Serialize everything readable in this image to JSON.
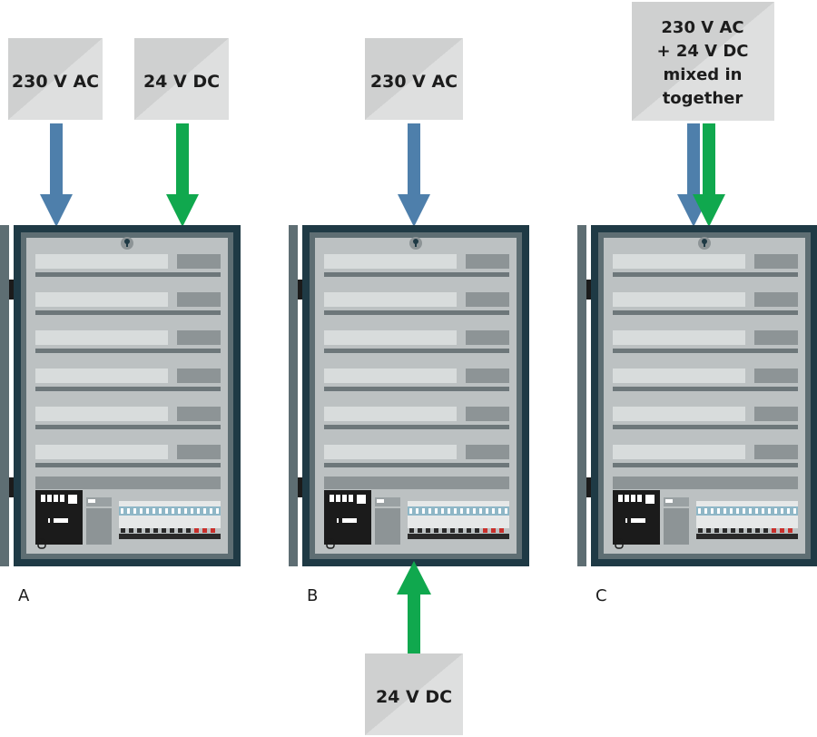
{
  "sources": {
    "a_ac": "230 V AC",
    "a_dc": "24 V DC",
    "b_ac": "230 V AC",
    "b_dc": "24 V DC",
    "c_mixed": [
      "230 V AC",
      "+ 24 V DC",
      "mixed in",
      "together"
    ]
  },
  "panels": {
    "a_label": "A",
    "b_label": "B",
    "c_label": "C"
  },
  "colors": {
    "ac_arrow": "#4e7fab",
    "dc_arrow": "#10a84e",
    "source_box": "#d4d5d5",
    "cabinet_frame": "#1f3a45",
    "cabinet_inner": "#5e6e73",
    "mounting_plate": "#bcc1c2",
    "rail_light": "#d8dcdc",
    "rail_dark": "#8d9496",
    "terminal_red": "#c9302c"
  }
}
